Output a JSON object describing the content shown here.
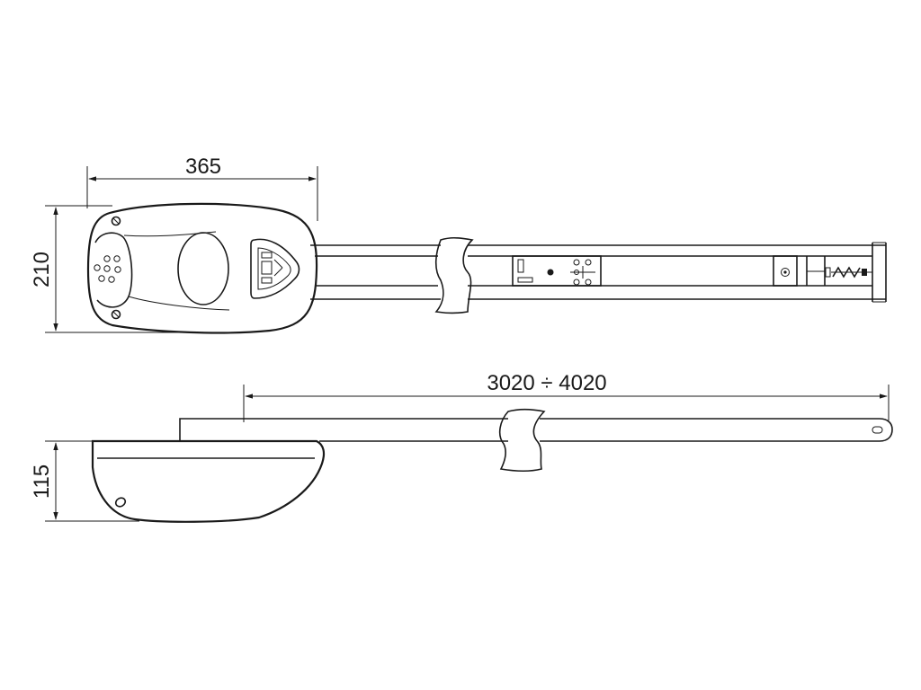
{
  "dimensions": {
    "top_width": "365",
    "top_height": "210",
    "rail_length": "3020 ÷ 4020",
    "side_height": "115"
  },
  "colors": {
    "line": "#1a1a1a",
    "background": "#ffffff"
  }
}
